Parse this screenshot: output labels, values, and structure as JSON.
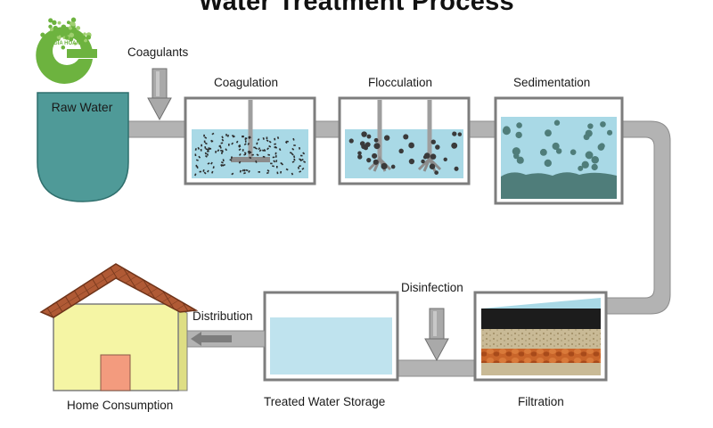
{
  "title": "Water Treatment Process",
  "logo": {
    "text": "GIA HOANG",
    "letter": "G",
    "colors": {
      "green": "#6db33f"
    }
  },
  "labels": {
    "coagulants": "Coagulants",
    "raw_water": "Raw Water",
    "coagulation": "Coagulation",
    "flocculation": "Flocculation",
    "sedimentation": "Sedimentation",
    "disinfection": "Disinfection",
    "distribution": "Distribution",
    "home_consumption": "Home Consumption",
    "treated_water_storage": "Treated Water Storage",
    "filtration": "Filtration"
  },
  "colors": {
    "pipe": "#b3b3b3",
    "pipe_edge": "#8c8c8c",
    "tank_frame": "#7d7d7d",
    "water": "#a9d9e6",
    "raw_water": "#4f9a98",
    "sludge": "#4f7d7a",
    "house_wall": "#f5f5a4",
    "roof": "#b05a35",
    "door": "#f39b7e",
    "arrow": "#9e9e9e"
  },
  "icons": [
    "down-arrow-icon",
    "left-arrow-icon",
    "logo-icon"
  ]
}
